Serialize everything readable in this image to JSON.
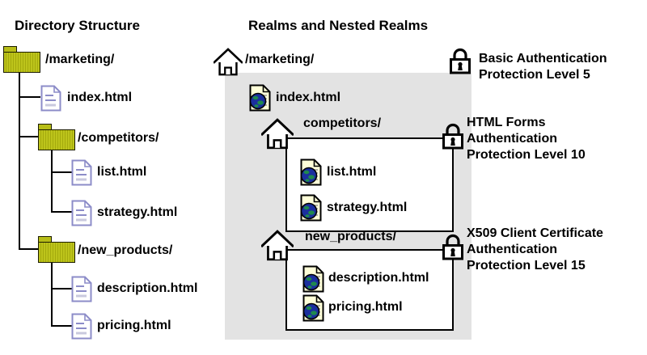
{
  "left_panel": {
    "title": "Directory Structure",
    "items": {
      "marketing": "/marketing/",
      "index": "index.html",
      "competitors": "/competitors/",
      "list": "list.html",
      "strategy": "strategy.html",
      "new_products": "/new_products/",
      "description": "description.html",
      "pricing": "pricing.html"
    }
  },
  "right_panel": {
    "title": "Realms and Nested Realms",
    "marketing_realm_label": "/marketing/",
    "index_file": "index.html",
    "competitors_realm": {
      "label": "competitors/",
      "list_file": "list.html",
      "strategy_file": "strategy.html"
    },
    "new_products_realm": {
      "label": "new_products/",
      "description_file": "description.html",
      "pricing_file": "pricing.html"
    }
  },
  "annotations": {
    "basic": "Basic Authentication\nProtection Level 5",
    "forms": "HTML Forms\nAuthentication\nProtection Level 10",
    "x509": "X509 Client Certificate\nAuthentication\nProtection Level 15"
  },
  "icons": {
    "folder": "folder-icon",
    "file": "document-icon",
    "webpage": "webpage-globe-icon",
    "realm": "home-icon",
    "auth": "padlock-icon"
  },
  "colors": {
    "realm_background": "#e3e3e3",
    "folder_fill": "#b7bd17",
    "file_outline": "#8c8cc8",
    "webpage_fill": "#ffffd9",
    "globe_blue": "#1b2f9e",
    "globe_green": "#1f8a4d",
    "text": "#000000"
  }
}
